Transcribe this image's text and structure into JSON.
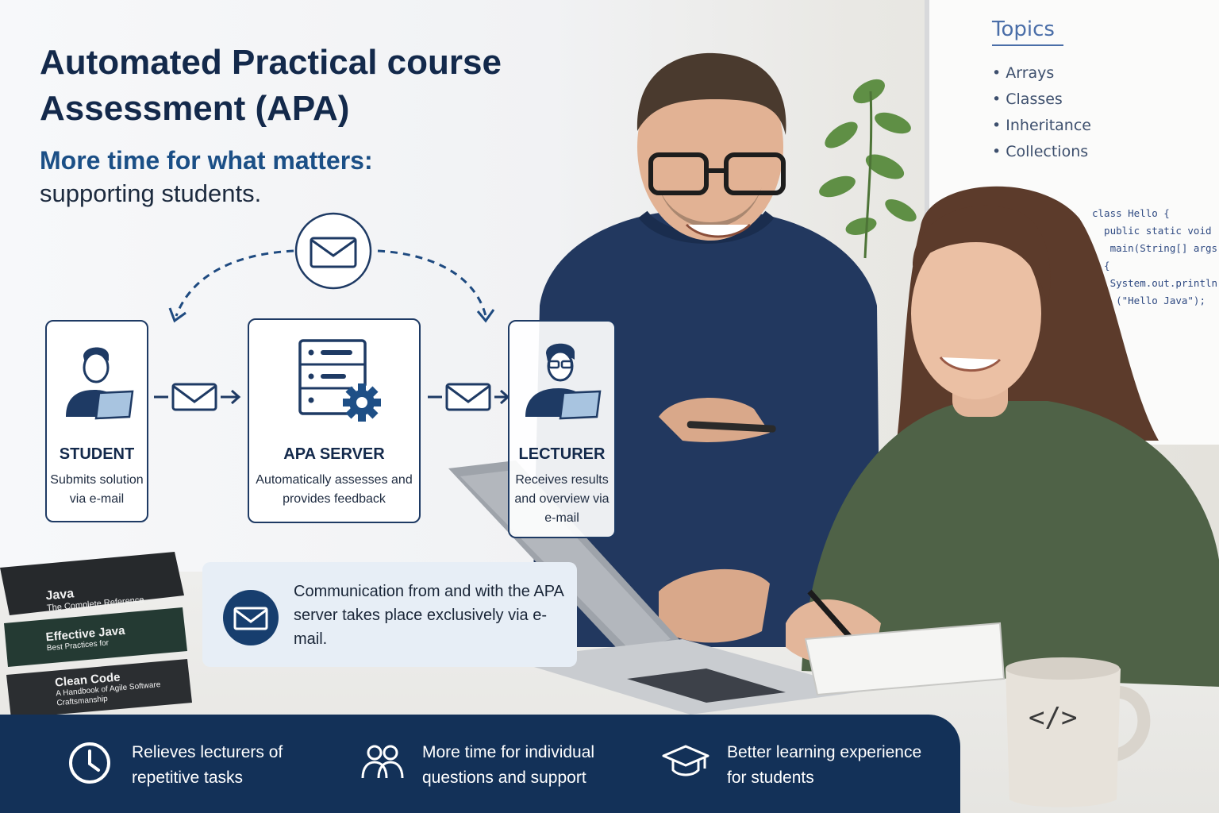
{
  "header": {
    "title": "Automated Practical course Assessment (APA)",
    "subtitle_highlight": "More time for what matters:",
    "subtitle_rest": "supporting students."
  },
  "flow": {
    "student": {
      "title": "STUDENT",
      "description": "Submits solution via e-mail",
      "icon": "student-laptop-icon"
    },
    "server": {
      "title": "APA SERVER",
      "description": "Automatically assesses and provides feedback",
      "icon": "server-gear-icon"
    },
    "lecturer": {
      "title": "LECTURER",
      "description": "Receives results and overview via e-mail",
      "icon": "lecturer-laptop-icon"
    },
    "icons": [
      "envelope-icon",
      "arrow-right-icon"
    ]
  },
  "info_box": {
    "text": "Communication from and with the APA server takes place exclusively via e-mail.",
    "icon": "envelope-icon"
  },
  "benefits": [
    {
      "text": "Relieves lecturers of repetitive tasks",
      "icon": "clock-icon"
    },
    {
      "text": "More time for individual questions and support",
      "icon": "people-icon"
    },
    {
      "text": "Better learning experience for students",
      "icon": "graduation-cap-icon"
    }
  ],
  "whiteboard": {
    "title": "Topics",
    "items": [
      "Arrays",
      "Classes",
      "Inheritance",
      "Collections"
    ],
    "code": "class Hello {\n  public static void\n   main(String[] args)\n  {\n   System.out.println\n    (\"Hello Java\");\n  }"
  },
  "books": [
    {
      "title": "Java",
      "subtitle": "The Complete Reference"
    },
    {
      "title": "Effective Java",
      "subtitle": "Best Practices for"
    },
    {
      "title": "Clean Code",
      "subtitle": "A Handbook of Agile Software Craftsmanship"
    }
  ],
  "mug": {
    "label": "</>"
  },
  "colors": {
    "navy": "#133158",
    "accent": "#1b4f86",
    "text": "#13294b",
    "info_bg": "#e7eef6"
  }
}
